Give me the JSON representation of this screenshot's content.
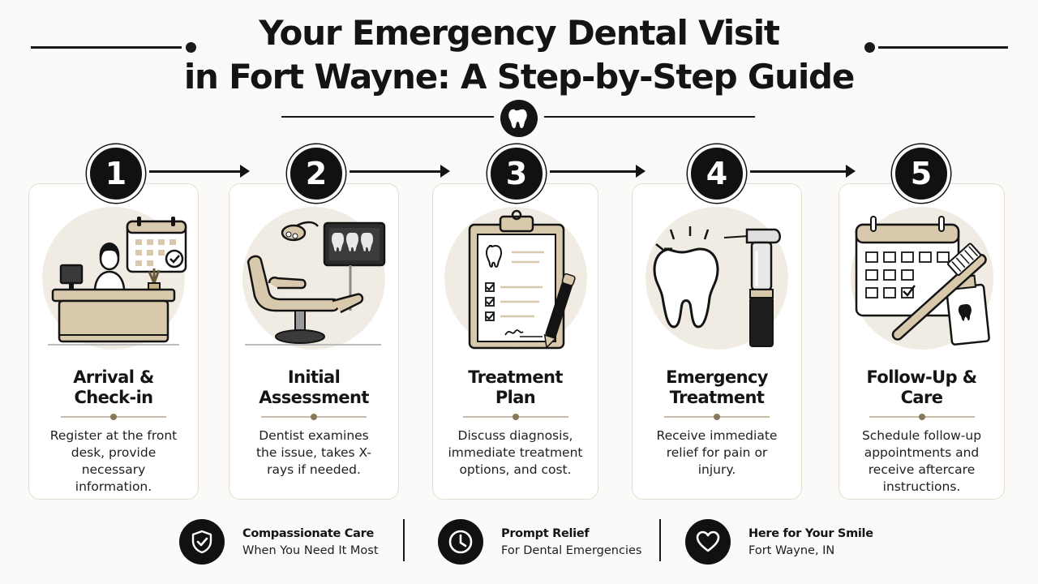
{
  "header": {
    "title_line1": "Your Emergency Dental Visit",
    "title_line2": "in Fort Wayne: A Step-by-Step Guide",
    "badge_icon": "tooth-icon"
  },
  "steps": [
    {
      "number": "1",
      "title_line1": "Arrival &",
      "title_line2": "Check-in",
      "description": "Register at the front desk, provide necessary information.",
      "icon": "reception-desk-icon"
    },
    {
      "number": "2",
      "title_line1": "Initial",
      "title_line2": "Assessment",
      "description": "Dentist examines the issue, takes X-rays if needed.",
      "icon": "dental-chair-xray-icon"
    },
    {
      "number": "3",
      "title_line1": "Treatment",
      "title_line2": "Plan",
      "description": "Discuss diagnosis, immediate treatment options, and cost.",
      "icon": "clipboard-plan-icon"
    },
    {
      "number": "4",
      "title_line1": "Emergency",
      "title_line2": "Treatment",
      "description": "Receive immediate relief for pain or injury.",
      "icon": "tooth-drill-icon"
    },
    {
      "number": "5",
      "title_line1": "Follow-Up &",
      "title_line2": "Care",
      "description": "Schedule follow-up appointments and receive aftercare instructions.",
      "icon": "calendar-toothbrush-icon"
    }
  ],
  "footer": [
    {
      "title": "Compassionate Care",
      "subtitle": "When You Need It Most",
      "icon": "shield-check-icon"
    },
    {
      "title": "Prompt Relief",
      "subtitle": "For Dental Emergencies",
      "icon": "clock-icon"
    },
    {
      "title": "Here for Your Smile",
      "subtitle": "Fort Wayne, IN",
      "icon": "heart-icon"
    }
  ],
  "colors": {
    "ink": "#141414",
    "beige": "#d8c8ac",
    "beige_light": "#f1ece3",
    "card_border": "#e4ddd0",
    "background": "#fbfaf8"
  }
}
